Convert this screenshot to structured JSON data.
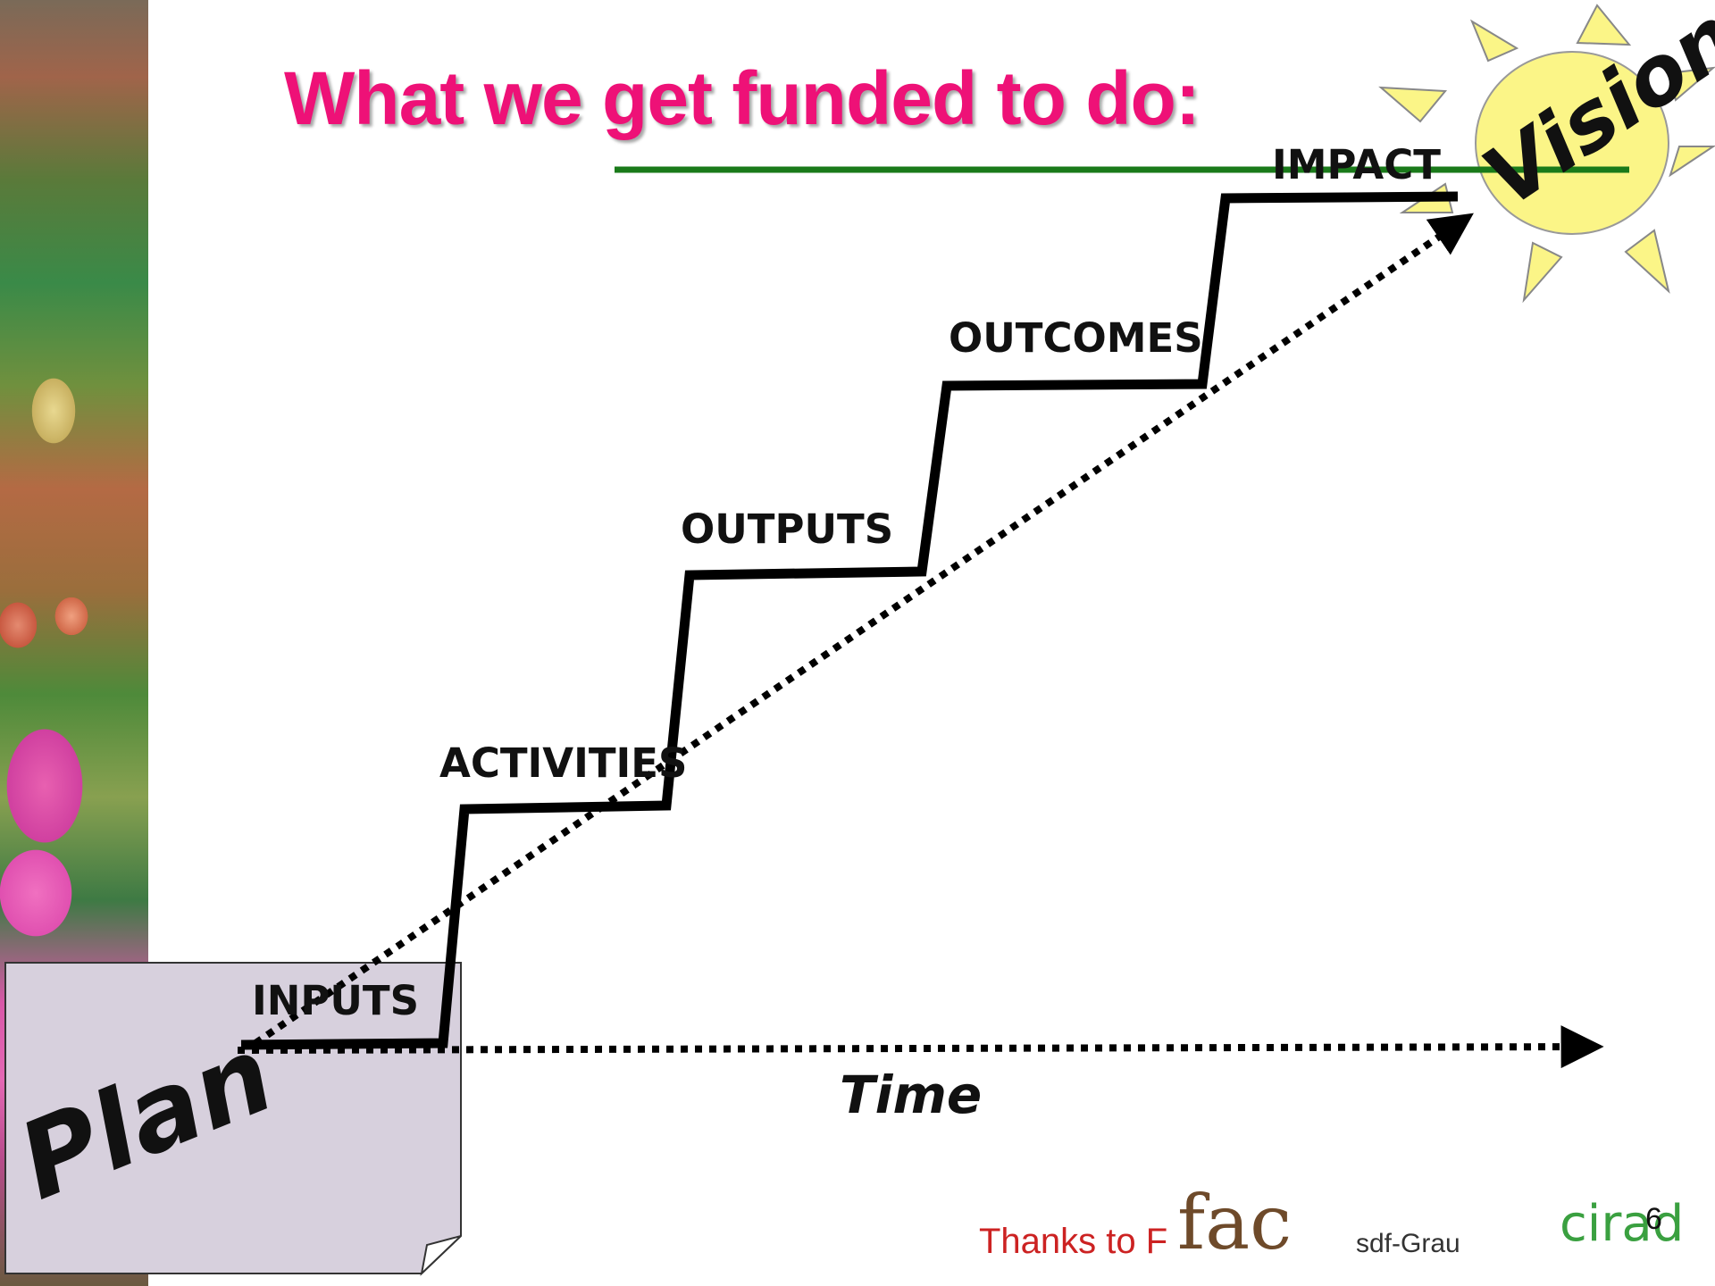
{
  "slide": {
    "title": "What we get funded to do:",
    "page_number": "6"
  },
  "diagram": {
    "steps": [
      {
        "label": "INPUTS"
      },
      {
        "label": "ACTIVITIES"
      },
      {
        "label": "OUTPUTS"
      },
      {
        "label": "OUTCOMES"
      },
      {
        "label": "IMPACT"
      }
    ],
    "axis_label": "Time",
    "plan_label": "Plan",
    "vision_label": "Vision"
  },
  "footer": {
    "text": "Thanks to F",
    "logos": {
      "fac": "fac",
      "sdf": "sdf-Grau",
      "cirad": "cirad"
    }
  },
  "colors": {
    "title": "#ee1177",
    "green_line": "#1a7a1a",
    "sun_fill": "#fbf587",
    "plan_fill": "#d7d0dd",
    "footer_text": "#cc2222"
  }
}
